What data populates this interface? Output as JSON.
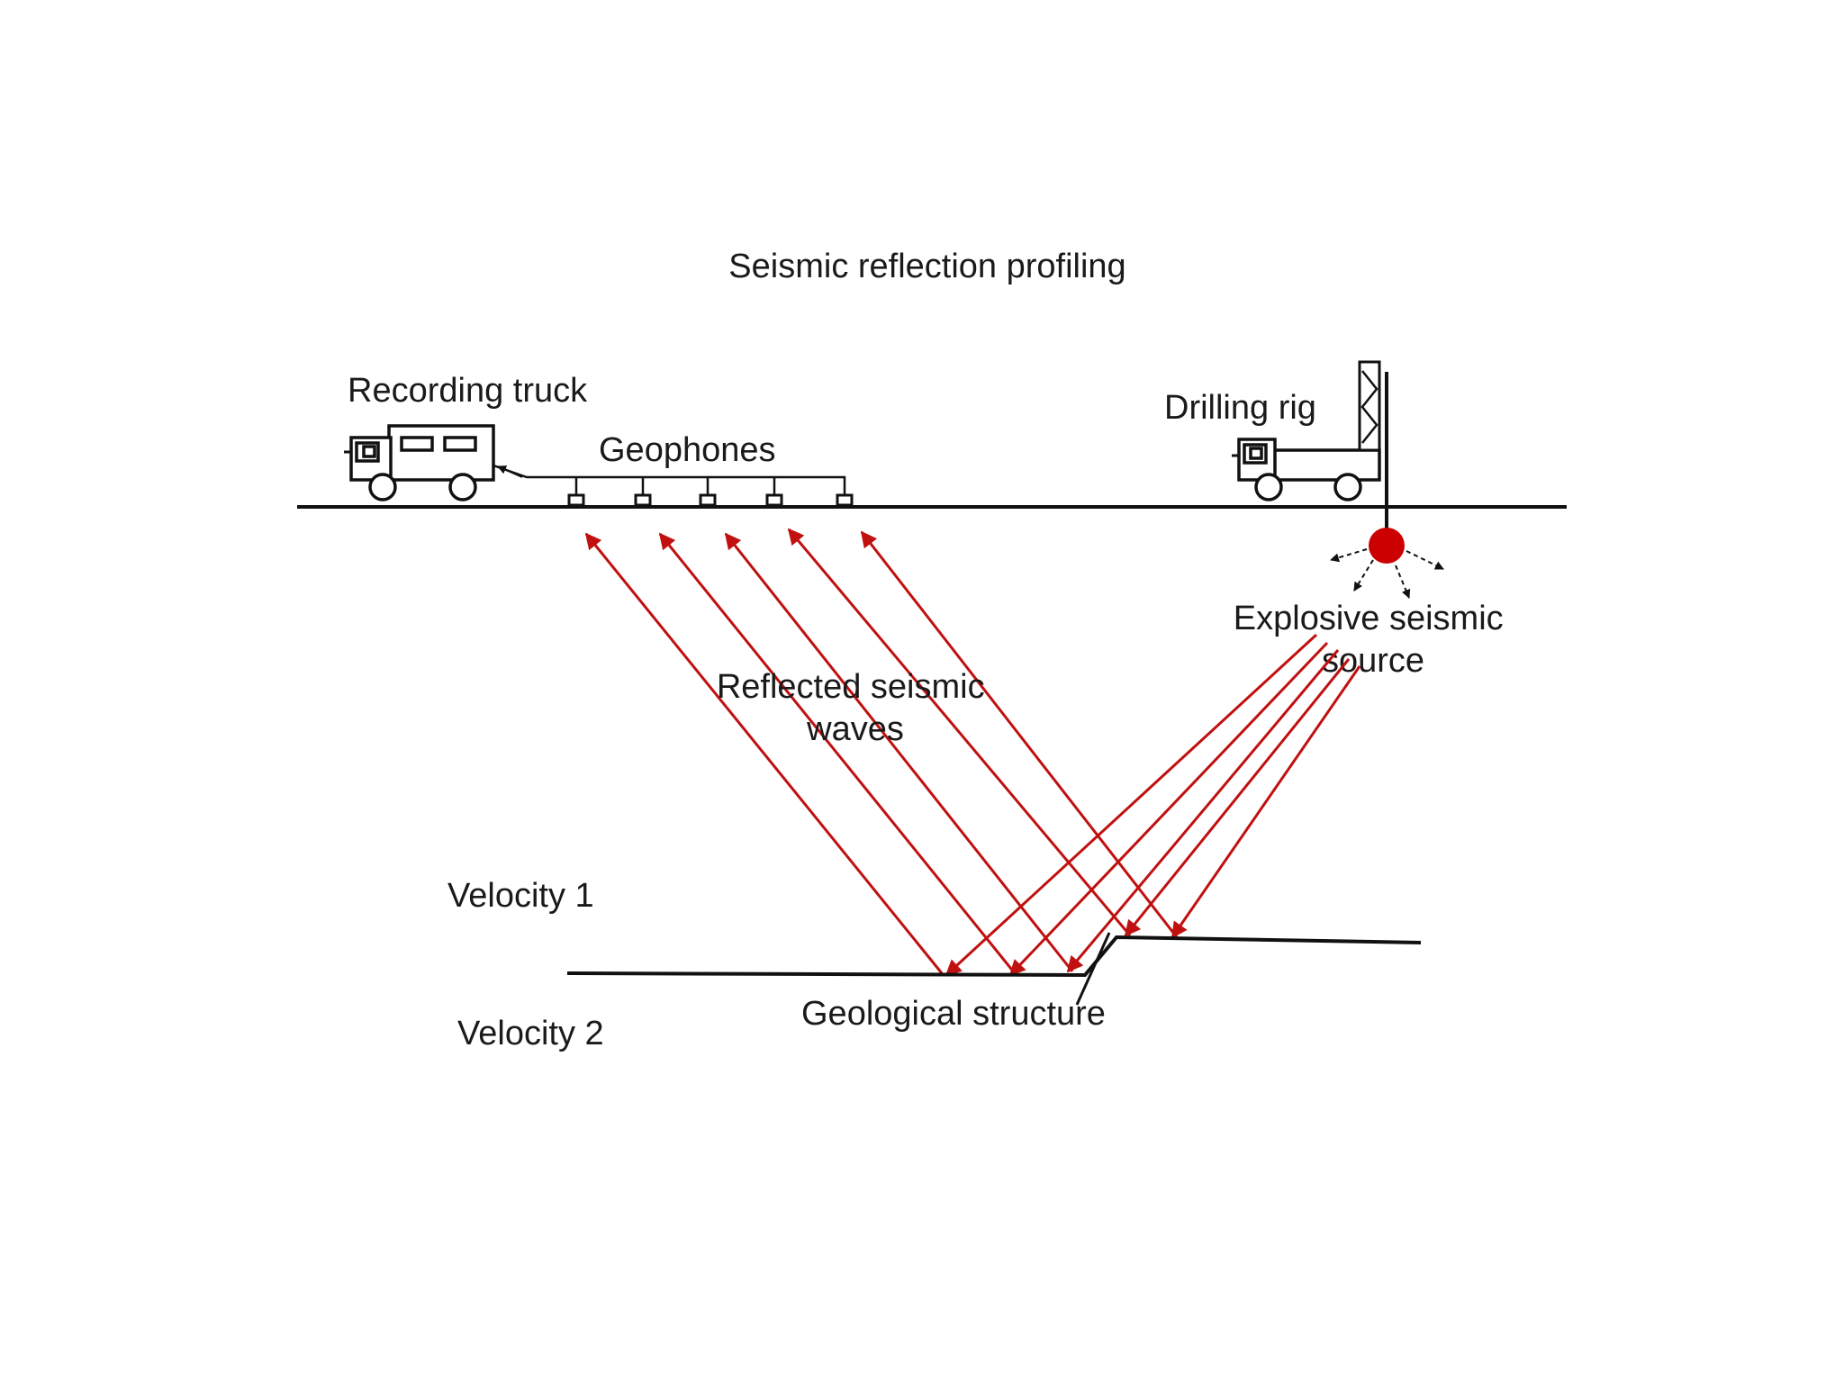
{
  "title": "Seismic reflection profiling",
  "labels": {
    "recording_truck": "Recording truck",
    "geophones": "Geophones",
    "drilling_rig": "Drilling rig",
    "explosive_source_line1": "Explosive seismic",
    "explosive_source_line2": "source",
    "reflected_waves_line1": "Reflected seismic",
    "reflected_waves_line2": "waves",
    "velocity_1": "Velocity 1",
    "velocity_2": "Velocity 2",
    "geological_structure": "Geological structure"
  },
  "colors": {
    "ray": "#c01010",
    "source": "#cc0000",
    "line": "#111111"
  }
}
